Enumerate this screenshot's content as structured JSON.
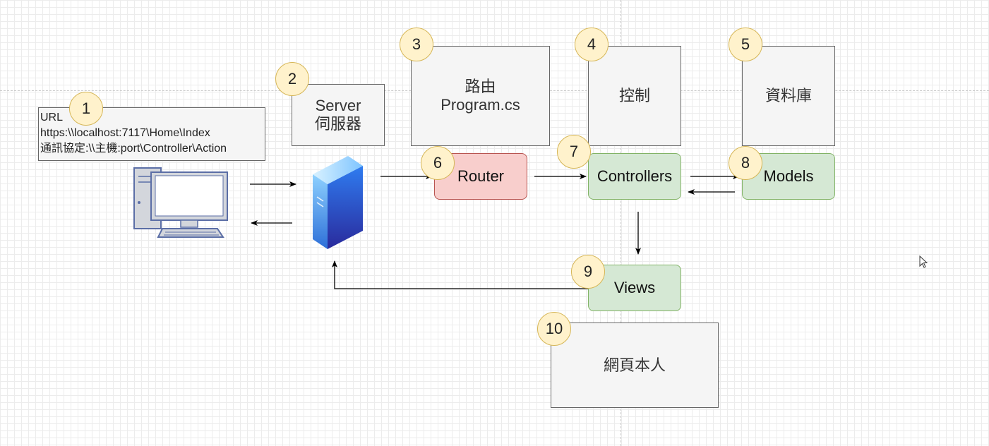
{
  "diagram": {
    "url_note": {
      "line1": "URL",
      "line2": "https:\\\\localhost:7117\\Home\\Index",
      "line3": "通訊協定:\\\\主機:port\\Controller\\Action"
    },
    "server_label": {
      "line1": "Server",
      "line2": "伺服器"
    },
    "routing_label": {
      "line1": "路由",
      "line2": "Program.cs"
    },
    "control_label": "控制",
    "database_label": "資料庫",
    "router": "Router",
    "controllers": "Controllers",
    "models": "Models",
    "views": "Views",
    "webpage_label": "網頁本人",
    "badges": [
      "1",
      "2",
      "3",
      "4",
      "5",
      "6",
      "7",
      "8",
      "9",
      "10"
    ],
    "icons": [
      "desktop-computer-icon",
      "server-tower-icon",
      "mouse-cursor-icon"
    ],
    "colors": {
      "badge_fill": "#fff2cc",
      "router_fill": "#f8cecc",
      "mvc_fill": "#d5e8d4",
      "label_fill": "#f5f5f5"
    }
  }
}
